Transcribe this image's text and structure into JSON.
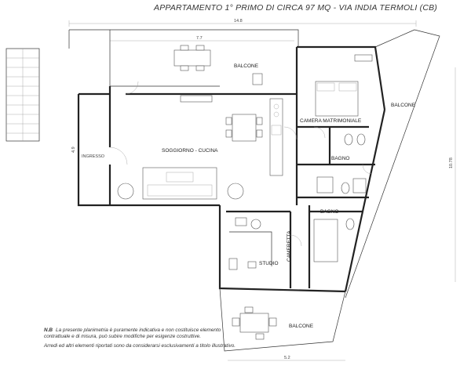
{
  "title": "APPARTAMENTO 1° PRIMO  DI CIRCA 97 MQ - VIA INDIA TERMOLI (CB)",
  "rooms": {
    "balcone_top": "BALCONE",
    "balcone_right": "BALCONE",
    "balcone_bottom": "BALCONE",
    "soggiorno": "SOGGIORNO - CUCINA",
    "camera": "CAMERA MATRIMONIALE",
    "bagno1": "BAGNO",
    "bagno2": "BAGNO",
    "cameretta": "CAMERETTA",
    "studio": "STUDIO",
    "ingresso": "INGRESSO"
  },
  "dimensions": {
    "top_width": "14.8",
    "inner_width": "7.7",
    "left_height": "4.9",
    "right_height": "10.78",
    "bottom_width": "5.2"
  },
  "note": {
    "label": "N.B",
    "text1": "La presente planimetria è puramente indicativa e non costituisce elemento contrattuale e di misura, può subire modifiche per esigenze costruttive.",
    "text2": "Arredi ed altri elementi riportati sono da considerarsi esclusivamenti a titolo illustrativo."
  }
}
